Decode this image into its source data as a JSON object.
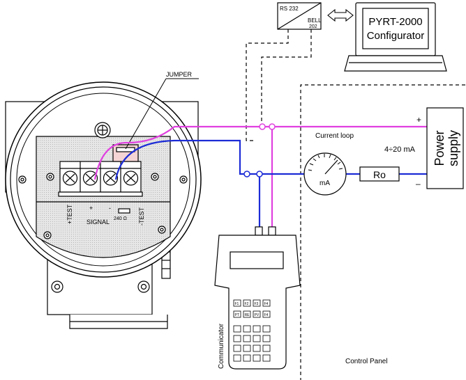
{
  "labels": {
    "converter_top": "RS 232",
    "converter_bottom_1": "BELL",
    "converter_bottom_2": "202",
    "configurator_line1": "PYRT-2000",
    "configurator_line2": "Configurator",
    "jumper": "JUMPER",
    "current_loop": "Current  loop",
    "range": "4÷20 mA",
    "power_line1": "Power",
    "power_line2": "supply",
    "plus_sign": "+",
    "minus_sign": "–",
    "meter_unit": "mA",
    "resistor": "Ro",
    "communicator": "Communicator",
    "control_panel": "Control Panel",
    "signal": "SIGNAL",
    "test_plus": "+TEST",
    "test_minus": "-TEST",
    "terminal_plus": "+",
    "terminal_minus": "-",
    "resistor_240": "240 Ω"
  },
  "keypad": {
    "function_keys": [
      "F1",
      "F2",
      "F3",
      "F4"
    ],
    "row2_keys": [
      "PT",
      "RE",
      "PV",
      "F4"
    ]
  },
  "colors": {
    "loop_positive": "#e040e0",
    "loop_negative": "#1c2cd6",
    "dashed": "#000000"
  }
}
